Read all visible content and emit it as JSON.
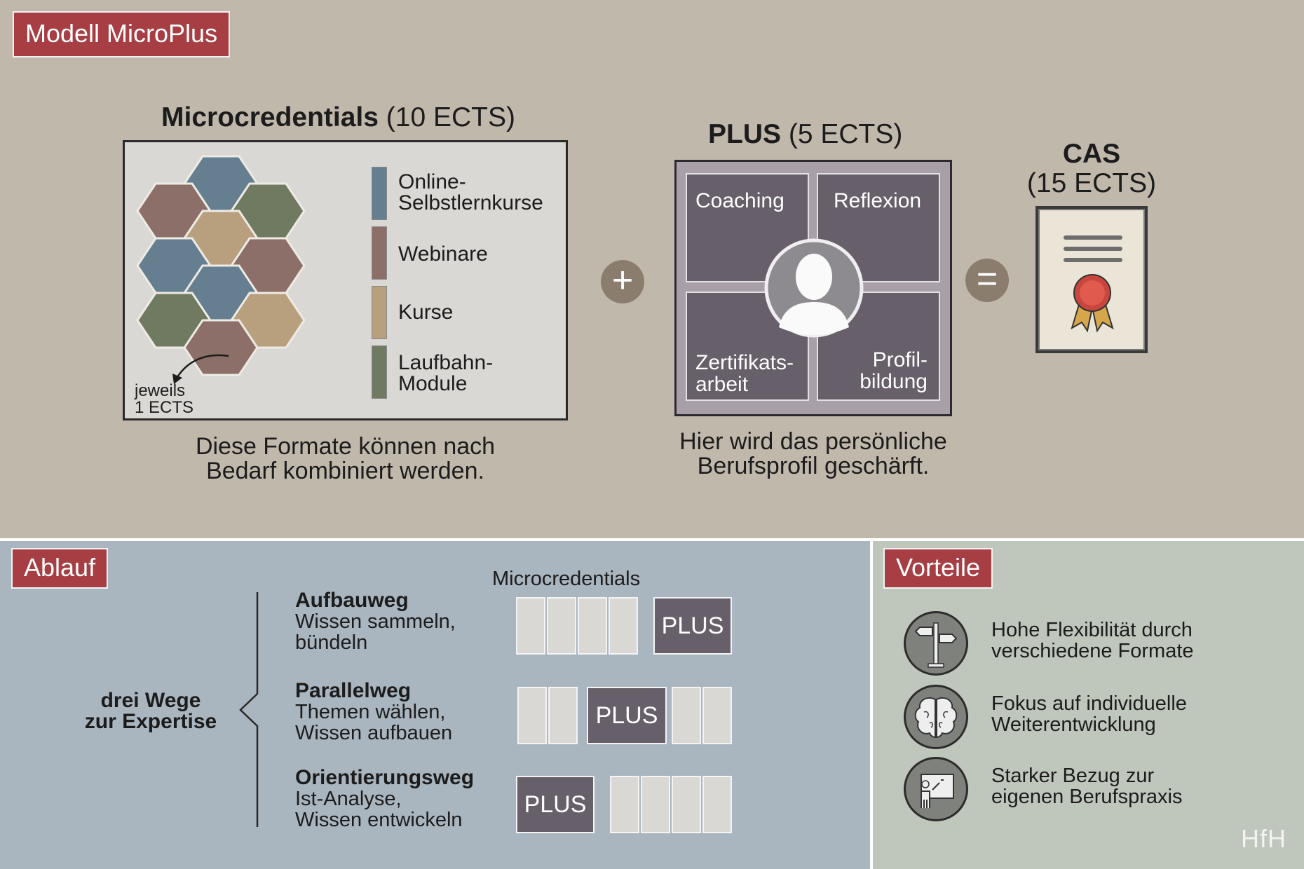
{
  "model": {
    "title": "Modell MicroPlus",
    "microcredentials": {
      "heading_bold": "Microcredentials",
      "heading_rest": " (10 ECTS)",
      "legend": [
        {
          "line1": "Online-",
          "line2": "Selbstlernkurse",
          "color": "#657f91"
        },
        {
          "line1": "Webinare",
          "line2": "",
          "color": "#8c6f68"
        },
        {
          "line1": "Kurse",
          "line2": "",
          "color": "#b8a07e"
        },
        {
          "line1": "Laufbahn-",
          "line2": "Module",
          "color": "#6f7a61"
        }
      ],
      "note_line1": "jeweils",
      "note_line2": "1 ECTS",
      "caption_line1": "Diese Formate können nach",
      "caption_line2": "Bedarf kombiniert werden."
    },
    "plus_sign": "+",
    "plus": {
      "heading_bold": "PLUS",
      "heading_rest": " (5 ECTS)",
      "q1": "Coaching",
      "q2": "Reflexion",
      "q3_line1": "Zertifikats-",
      "q3_line2": "arbeit",
      "q4_line1": "Profil-",
      "q4_line2": "bildung",
      "caption_line1": "Hier wird das persönliche",
      "caption_line2": "Berufsprofil geschärft."
    },
    "equals_sign": "=",
    "cas": {
      "heading_bold": "CAS",
      "heading_rest": "(15 ECTS)"
    }
  },
  "ablauf": {
    "title": "Ablauf",
    "column_label": "Microcredentials",
    "group_line1": "drei Wege",
    "group_line2": "zur Expertise",
    "plus_label": "PLUS",
    "ways": [
      {
        "title": "Aufbauweg",
        "line1": "Wissen sammeln,",
        "line2": "bündeln"
      },
      {
        "title": "Parallelweg",
        "line1": "Themen wählen,",
        "line2": "Wissen aufbauen"
      },
      {
        "title": "Orientierungsweg",
        "line1": "Ist-Analyse,",
        "line2": "Wissen entwickeln"
      }
    ]
  },
  "vorteile": {
    "title": "Vorteile",
    "items": [
      {
        "icon": "signpost-icon",
        "line1": "Hohe Flexibilität durch",
        "line2": "verschiedene Formate"
      },
      {
        "icon": "brain-icon",
        "line1": "Fokus auf individuelle",
        "line2": "Weiterentwicklung"
      },
      {
        "icon": "teacher-board-icon",
        "line1": "Starker Bezug zur",
        "line2": "eigenen Berufspraxis"
      }
    ],
    "logo": "HfH"
  }
}
